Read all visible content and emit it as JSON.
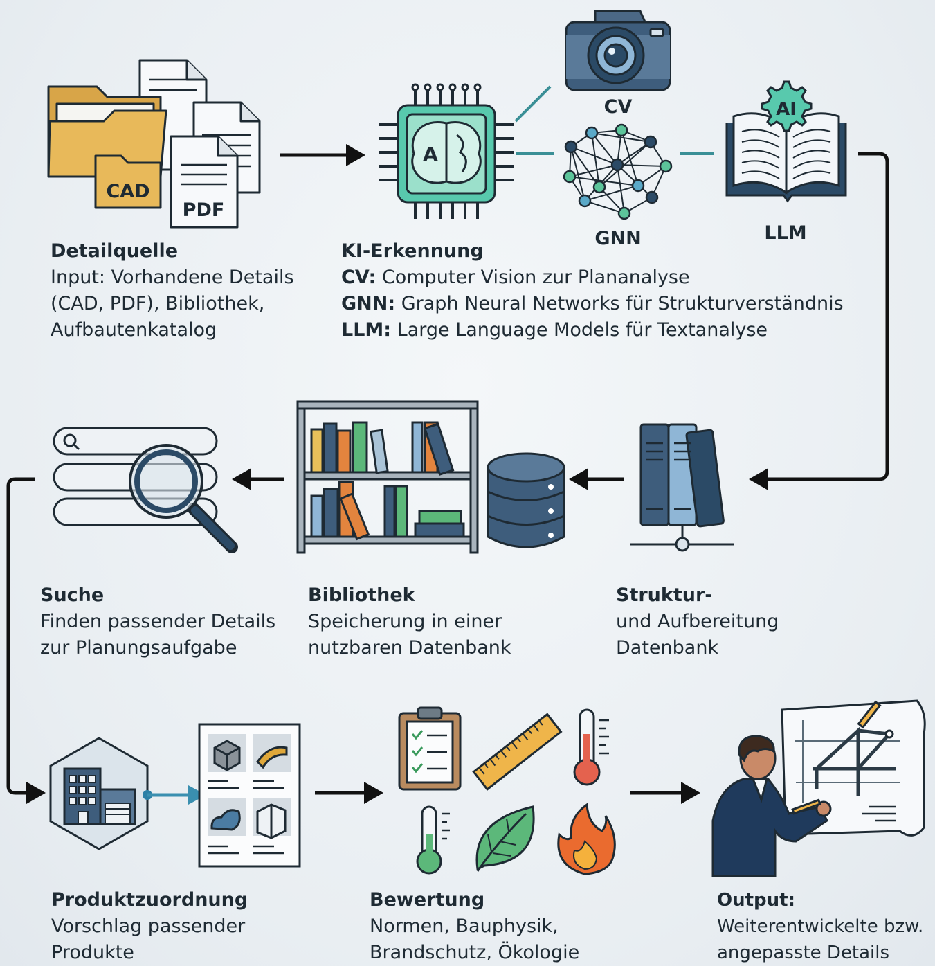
{
  "icons": {
    "cad_label": "CAD",
    "pdf_label": "PDF",
    "chip_label": "A",
    "cv_label": "CV",
    "gnn_label": "GNN",
    "llm_label": "LLM",
    "ai_label": "AI"
  },
  "steps": {
    "detailquelle": {
      "title": "Detailquelle",
      "lines": [
        "Input: Vorhandene Details",
        "(CAD, PDF), Bibliothek,",
        "Aufbautenkatalog"
      ]
    },
    "ki": {
      "title": "KI-Erkennung",
      "cv_key": "CV:",
      "cv_text": " Computer Vision zur Plananalyse",
      "gnn_key": "GNN:",
      "gnn_text": " Graph Neural Networks für Strukturverständnis",
      "llm_key": "LLM:",
      "llm_text": " Large Language Models für Textanalyse"
    },
    "suche": {
      "title": "Suche",
      "lines": [
        "Finden passender Details",
        "zur Planungsaufgabe"
      ]
    },
    "bibliothek": {
      "title": "Bibliothek",
      "lines": [
        "Speicherung in einer",
        "nutzbaren Datenbank"
      ]
    },
    "struktur": {
      "title": "Struktur-",
      "lines": [
        "und Aufbereitung",
        "Datenbank"
      ]
    },
    "produkt": {
      "title": "Produktzuordnung",
      "lines": [
        "Vorschlag passender",
        "Produkte"
      ]
    },
    "bewertung": {
      "title": "Bewertung",
      "lines": [
        "Normen, Bauphysik,",
        "Brandschutz, Ökologie"
      ]
    },
    "output": {
      "title": "Output:",
      "lines": [
        "Weiterentwickelte bzw.",
        "angepasste Details"
      ]
    }
  },
  "colors": {
    "accent_teal": "#2f8a8a",
    "chip_teal": "#58c9ad",
    "navy": "#2b4a66",
    "arrow": "#111111"
  }
}
